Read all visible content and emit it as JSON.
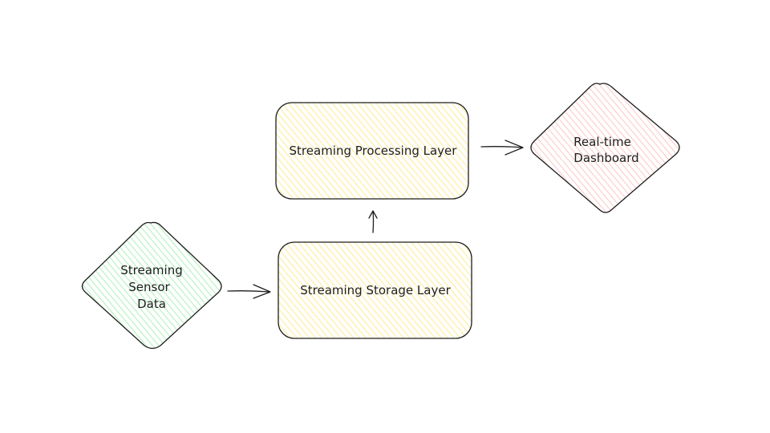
{
  "diagram": {
    "nodes": {
      "sensor": {
        "lines": [
          "Streaming",
          "Sensor",
          "Data"
        ],
        "shape": "diamond",
        "fill": "#b2f2bb"
      },
      "storage": {
        "lines": [
          "Streaming Storage Layer"
        ],
        "shape": "rounded-rectangle",
        "fill": "#ffec99"
      },
      "processing": {
        "lines": [
          "Streaming Processing Layer"
        ],
        "shape": "rounded-rectangle",
        "fill": "#ffec99"
      },
      "dashboard": {
        "lines": [
          "Real-time",
          "Dashboard"
        ],
        "shape": "diamond",
        "fill": "#ffc9c9"
      }
    },
    "edges": [
      {
        "from": "sensor",
        "to": "storage"
      },
      {
        "from": "storage",
        "to": "processing"
      },
      {
        "from": "processing",
        "to": "dashboard"
      }
    ]
  }
}
